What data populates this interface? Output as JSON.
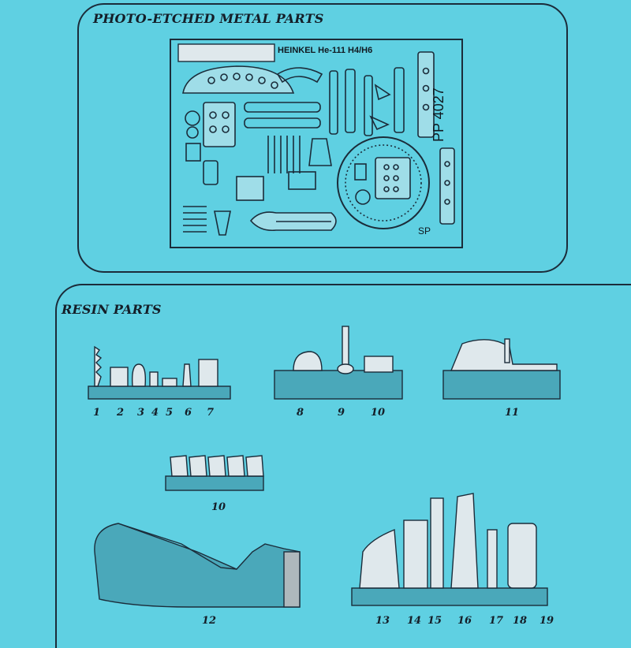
{
  "sections": {
    "photo_etched_title": "PHOTO-ETCHED METAL PARTS",
    "resin_title": "RESIN PARTS"
  },
  "fret": {
    "heading": "HEINKEL  He-111  H4/H6",
    "code": "PP 4027",
    "maker": "SP"
  },
  "resin_labels": {
    "group1": [
      "1",
      "2",
      "3",
      "4",
      "5",
      "6",
      "7"
    ],
    "group2": [
      "8",
      "9",
      "10"
    ],
    "group3": [
      "11"
    ],
    "group4": [
      "10"
    ],
    "group5": [
      "12"
    ],
    "group6": [
      "13",
      "14",
      "15",
      "16",
      "17",
      "18",
      "19"
    ]
  },
  "colors": {
    "background": "#5fd0e2",
    "line": "#1b2c3a",
    "resin": "#4aa8ba"
  }
}
